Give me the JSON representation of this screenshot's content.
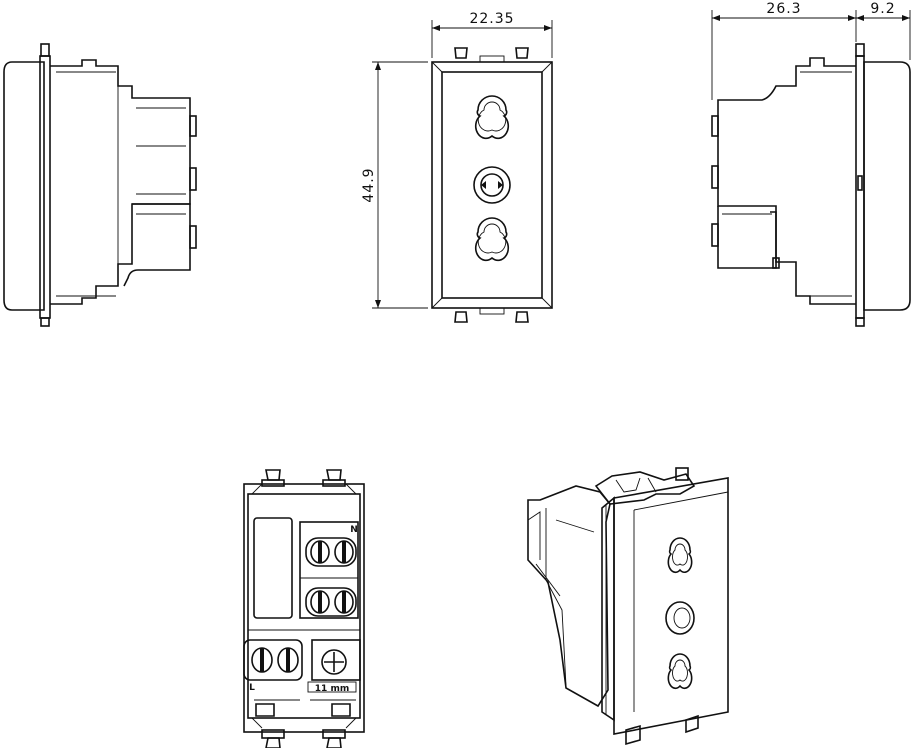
{
  "dimensions": {
    "front_width": "22.35",
    "front_height": "44.9",
    "side_depth": "26.3",
    "side_front": "9.2"
  },
  "rear_view": {
    "terminal_label_n": "N",
    "terminal_label_l": "L",
    "strip_length": "11 mm"
  },
  "colors": {
    "line": "#111111",
    "background": "#ffffff"
  }
}
